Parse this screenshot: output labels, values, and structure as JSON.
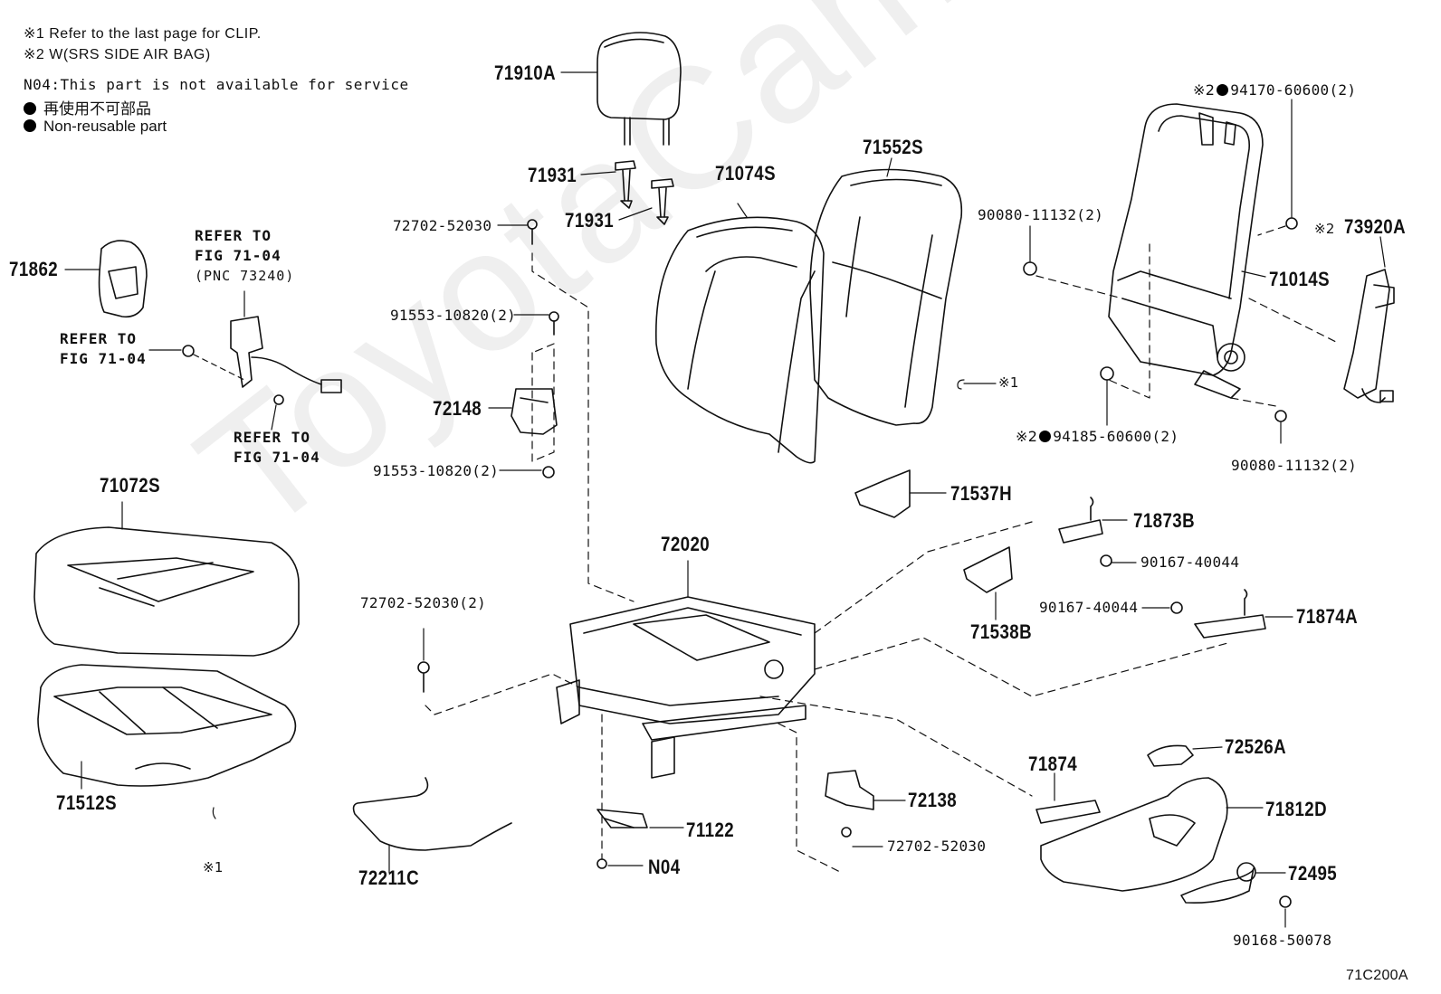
{
  "notes": {
    "clip_note": "※1 Refer to the last page for CLIP.",
    "airbag_note": "※2 W(SRS SIDE AIR BAG)",
    "n04_note": "N04:This part is not available for service",
    "non_reusable_jp": "再使用不可部品",
    "non_reusable_en": "Non-reusable part"
  },
  "watermark": "ToyotaCamry.ru",
  "refer": {
    "refer_fig_1": [
      "REFER TO",
      "FIG 71-04",
      "(PNC 73240)"
    ],
    "refer_fig_2": [
      "REFER TO",
      "FIG 71-04"
    ],
    "refer_fig_3": [
      "REFER TO",
      "FIG 71-04"
    ]
  },
  "parts": {
    "p71910A": "71910A",
    "p71931a": "71931",
    "p71931b": "71931",
    "p72702_52030_top": "72702-52030",
    "p91553_upper": "91553-10820(2)",
    "p72148": "72148",
    "p91553_lower": "91553-10820(2)",
    "p71074S": "71074S",
    "p71552S": "71552S",
    "p71862": "71862",
    "p71072S": "71072S",
    "p71512S": "71512S",
    "p72020": "72020",
    "p72702_52030_2": "72702-52030(2)",
    "p72211C": "72211C",
    "p71122": "71122",
    "pN04": "N04",
    "p72138": "72138",
    "p72702_52030_bottom": "72702-52030",
    "p71874": "71874",
    "p72526A": "72526A",
    "p71812D": "71812D",
    "p72495": "72495",
    "p90168_50078": "90168-50078",
    "p71538B": "71538B",
    "p90167_40044_a": "90167-40044",
    "p90167_40044_b": "90167-40044",
    "p71873B": "71873B",
    "p71874A": "71874A",
    "p71537H": "71537H",
    "p94170": "94170-60600(2)",
    "p73920A": "73920A",
    "p90080_upper": "90080-11132(2)",
    "p71014S": "71014S",
    "p94185": "94185-60600(2)",
    "p90080_lower": "90080-11132(2)",
    "clip_mark": "※1",
    "clip_mark_2": "※1",
    "airbag_mark_1": "※2",
    "airbag_mark_2": "※2",
    "airbag_mark_3": "※2"
  },
  "figure_id": "71C200A"
}
